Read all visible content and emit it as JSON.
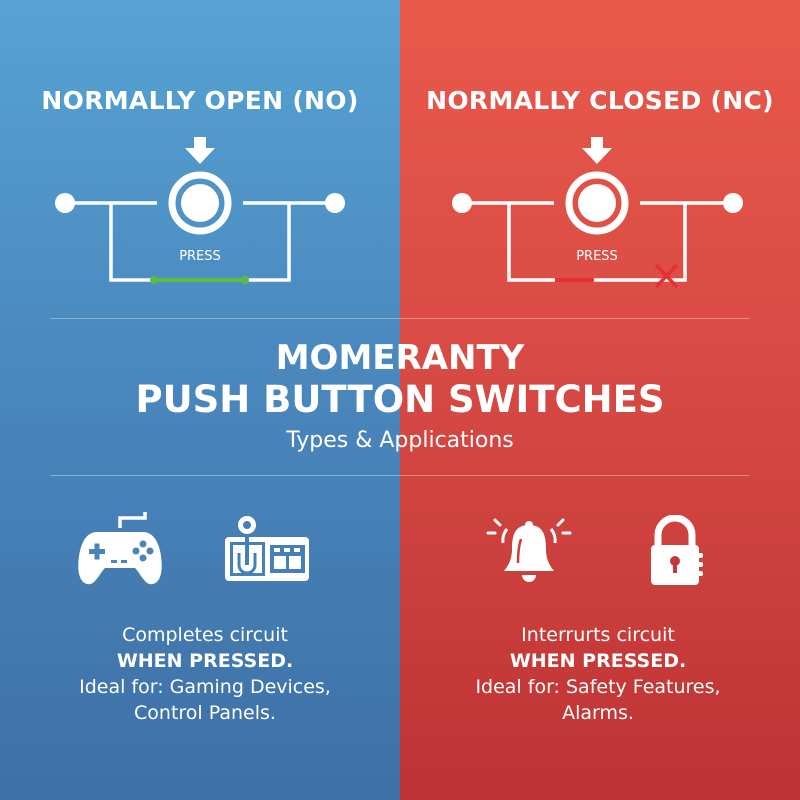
{
  "colors": {
    "left_top": "#56A3D3",
    "left_bottom": "#3E70A6",
    "right_top": "#E9594B",
    "right_bottom": "#BD3334",
    "closed_line": "#5BBE3F",
    "open_mark": "#E53030"
  },
  "left": {
    "heading": "NORMALLY OPEN (NO)",
    "press_label": "PRESS",
    "icons": [
      "gamepad-icon",
      "control-panel-icon"
    ],
    "desc": {
      "line1": "Completes circuit",
      "line2": "WHEN PRESSED.",
      "line3": "Ideal for: Gaming Devices,",
      "line4": "Control Panels."
    }
  },
  "right": {
    "heading": "NORMALLY CLOSED (NC)",
    "press_label": "PRESS",
    "icons": [
      "alarm-bell-icon",
      "padlock-icon"
    ],
    "desc": {
      "line1": "Interrurts circuit",
      "line2": "WHEN PRESSED.",
      "line3": "Ideal for: Safety Features,",
      "line4": "Alarms."
    }
  },
  "center": {
    "title_line1": "MOMERANTY",
    "title_line2": "PUSH BUTTON SWITCHES",
    "subtitle": "Types & Applications"
  }
}
